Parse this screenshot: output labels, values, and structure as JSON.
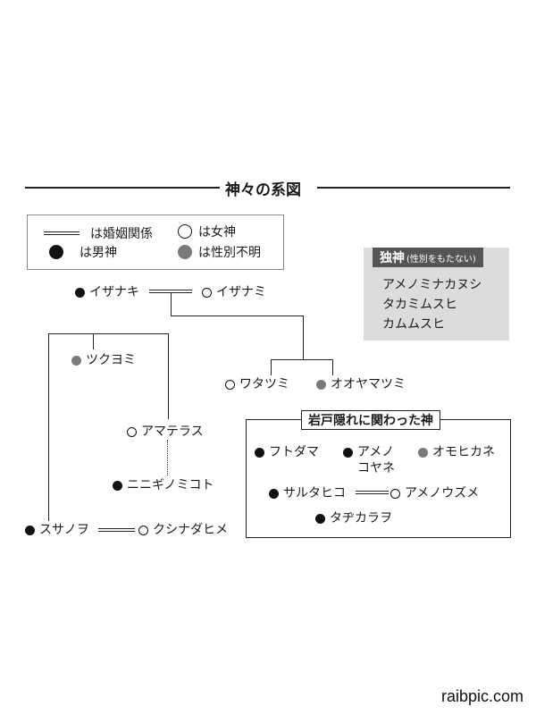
{
  "title": "神々の系図",
  "legend": {
    "marriage": "は婚姻関係",
    "female": "は女神",
    "male": "は男神",
    "unknown": "は性別不明"
  },
  "solo": {
    "title": "独神",
    "subtitle": "(性別をもたない)",
    "items": [
      "アメノミナカヌシ",
      "タカミムスヒ",
      "カムムスヒ"
    ]
  },
  "nodes": {
    "izanagi": "イザナキ",
    "izanami": "イザナミ",
    "tsukuyomi": "ツクヨミ",
    "watatsumi": "ワタツミ",
    "ooyamatsumi": "オオヤマツミ",
    "amaterasu": "アマテラス",
    "ninigi": "ニニギノミコト",
    "susanoo": "スサノヲ",
    "kushinadahime": "クシナダヒメ"
  },
  "iwato": {
    "title": "岩戸隠れに関わった神",
    "futodama": "フトダマ",
    "amenokoyane_1": "アメノ",
    "amenokoyane_2": "コヤネ",
    "omoikane": "オモヒカネ",
    "sarutahiko": "サルタヒコ",
    "amenouzume": "アメノウズメ",
    "tajikarao": "タヂカラヲ"
  },
  "watermark": "raibpic.com"
}
